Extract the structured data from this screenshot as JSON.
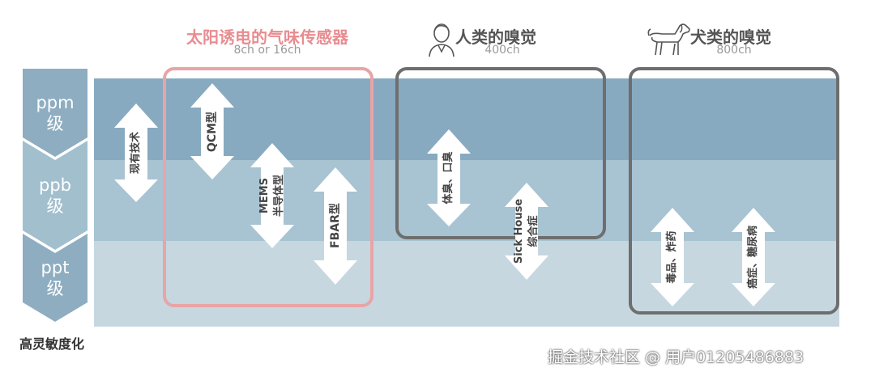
{
  "colors": {
    "band_top": "#88aac0",
    "band_mid": "#a8c3d2",
    "band_low": "#c6d7e0",
    "chevron": "#94b2c4",
    "solar_frame": "#e8a4a6",
    "solar_title": "#e98c90",
    "gray_frame": "#6e6e6e",
    "gray_title": "#555555"
  },
  "levels": {
    "ppm": {
      "unit": "ppm",
      "suffix": "级"
    },
    "ppb": {
      "unit": "ppb",
      "suffix": "级"
    },
    "ppt": {
      "unit": "ppt",
      "suffix": "级"
    }
  },
  "sensitivity_label": "高灵敏度化",
  "headers": {
    "solar": {
      "title": "太阳诱电的气味传感器",
      "sub": "8ch or 16ch"
    },
    "human": {
      "title": "人类的嗅觉",
      "sub": "400ch",
      "icon": "person-icon"
    },
    "dog": {
      "title": "犬类的嗅觉",
      "sub": "800ch",
      "icon": "dog-icon"
    }
  },
  "arrows": {
    "existing": {
      "line1": "现有技术",
      "line2": ""
    },
    "qcm": {
      "line1": "QCM型",
      "line2": ""
    },
    "mems": {
      "line1": "MEMS",
      "line2": "半导体型"
    },
    "fbar": {
      "line1": "FBAR型",
      "line2": ""
    },
    "body_odor": {
      "line1": "体臭、口臭",
      "line2": ""
    },
    "sick_house": {
      "line1": "Sick House",
      "line2": "综合症"
    },
    "drugs": {
      "line1": "毒品、炸药",
      "line2": ""
    },
    "disease": {
      "line1": "癌症、糖尿病",
      "line2": ""
    }
  },
  "watermark": "掘金技术社区 @ 用户01205486883"
}
